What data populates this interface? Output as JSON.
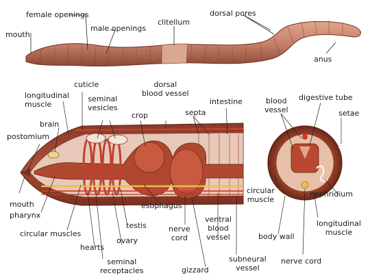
{
  "colors": {
    "worm_body": "#c8806a",
    "worm_dark": "#8a4a34",
    "clitellum": "#d4a088",
    "tissue": "#a85038",
    "inner_tissue": "#c25a42",
    "nerve": "#e8c050",
    "septa": "#f0d8c8",
    "leader": "#222222"
  },
  "external_labels": {
    "female_openings": "female openings",
    "male_openings": "male openings",
    "clitellum": "clitellum",
    "dorsal_pores": "dorsal pores",
    "mouth": "mouth",
    "anus": "anus"
  },
  "internal_labels": {
    "cuticle": "cuticle",
    "longitudinal_muscle": "longitudinal\nmuscle",
    "seminal_vesicles": "seminal\nvesicles",
    "dorsal_blood_vessel": "dorsal\nblood vessel",
    "septa": "septa",
    "intestine": "intestine",
    "crop": "crop",
    "brain": "brain",
    "postomium": "postomium",
    "mouth": "mouth",
    "pharynx": "pharynx",
    "circular_muscles": "circular muscles",
    "hearts": "hearts",
    "ovary": "ovary",
    "testis": "testis",
    "seminal_receptacles": "seminal\nreceptacles",
    "esophagus": "esophagus",
    "nerve_cord": "nerve\ncord",
    "gizzard": "gizzard",
    "ventral_blood_vessel": "ventral\nblood\nvessel",
    "subneural_vessel": "subneural\nvessel"
  },
  "cross_section_labels": {
    "blood_vessel": "blood\nvessel",
    "digestive_tube": "digestive tube",
    "setae": "setae",
    "circular_muscle": "circular\nmuscle",
    "nephridium": "nephridium",
    "body_wall": "body wall",
    "longitudinal_muscle": "longitudinal\nmuscle",
    "nerve_cord": "nerve cord"
  }
}
